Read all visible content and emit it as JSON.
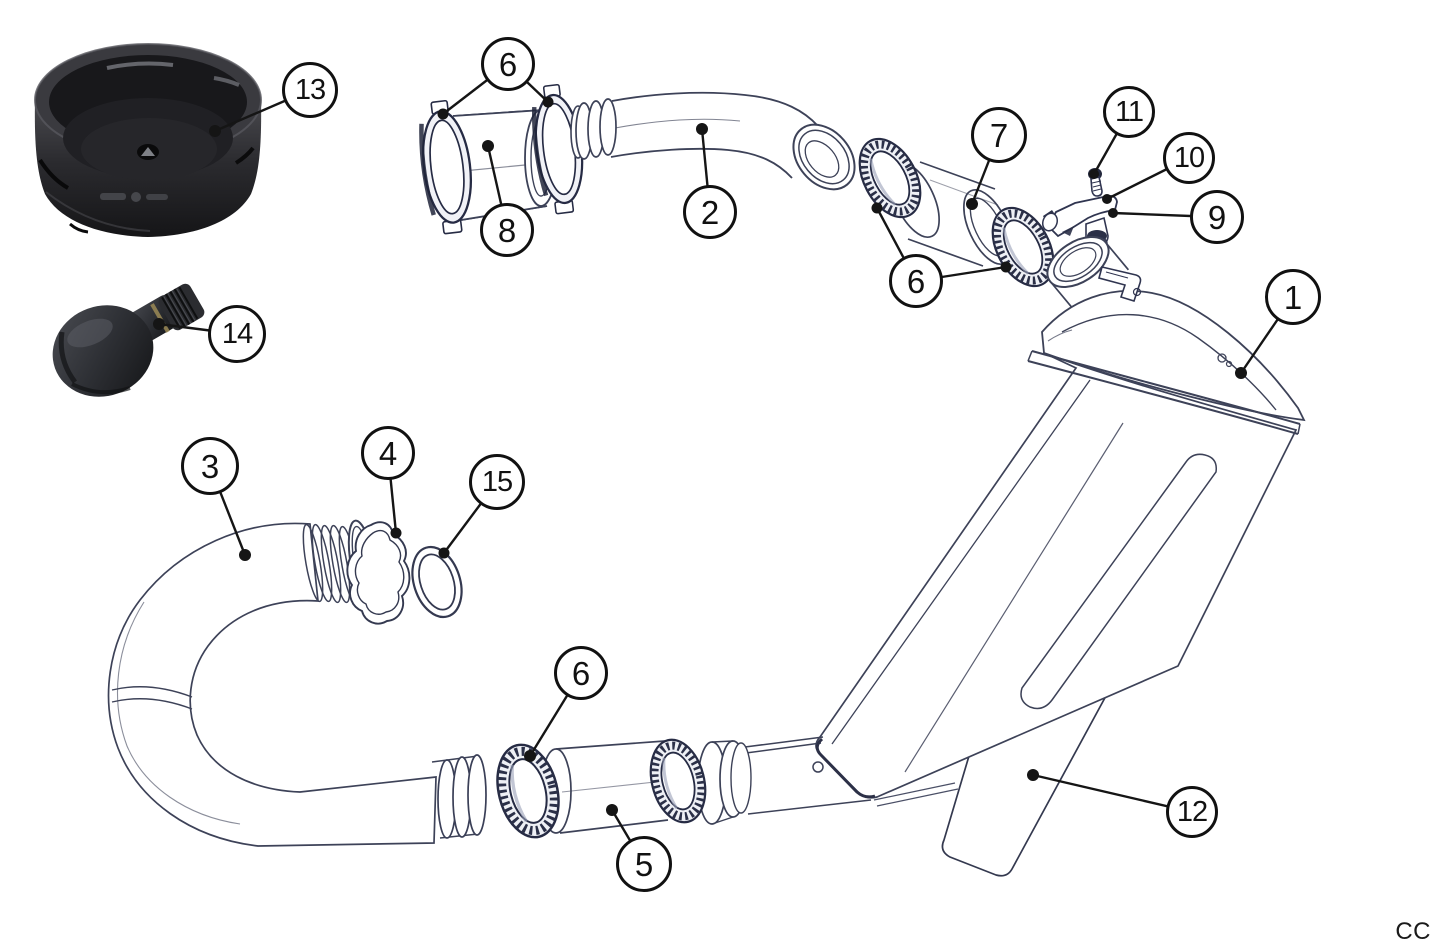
{
  "figure": {
    "kind": "exploded-parts-diagram",
    "description": "Snorkel / air intake kit exploded view with numbered callouts"
  },
  "callouts": [
    {
      "label": "13"
    },
    {
      "label": "6"
    },
    {
      "label": "8"
    },
    {
      "label": "2"
    },
    {
      "label": "7"
    },
    {
      "label": "6"
    },
    {
      "label": "11"
    },
    {
      "label": "10"
    },
    {
      "label": "9"
    },
    {
      "label": "1"
    },
    {
      "label": "14"
    },
    {
      "label": "3"
    },
    {
      "label": "4"
    },
    {
      "label": "15"
    },
    {
      "label": "6"
    },
    {
      "label": "5"
    },
    {
      "label": "12"
    }
  ],
  "footer": {
    "credit": "CC"
  }
}
